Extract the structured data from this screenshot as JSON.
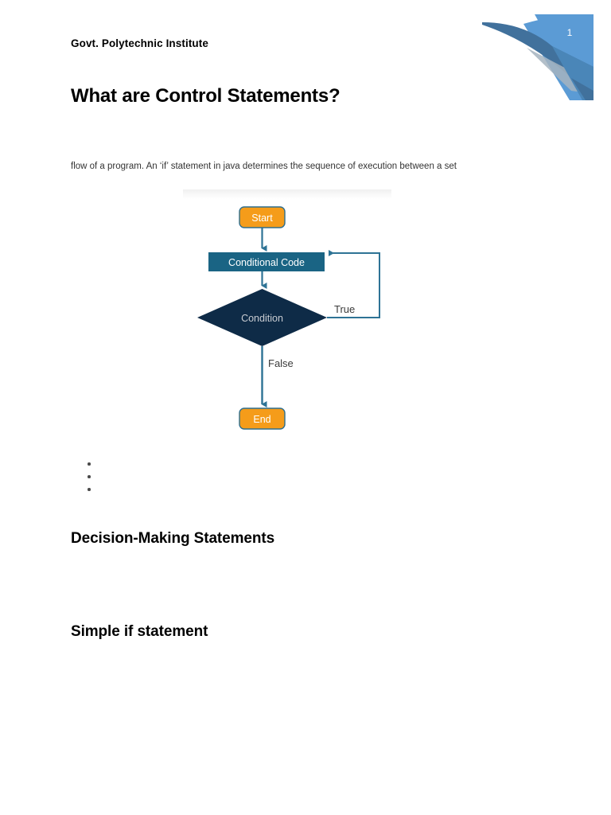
{
  "page": {
    "number": "1",
    "corner_colors": {
      "light_blue": "#5B9BD5",
      "mid_blue": "#41719C",
      "steel_blue": "#4A86B8",
      "grey_blue": "#A6B4BF"
    }
  },
  "header": {
    "institute": "Govt. Polytechnic Institute",
    "title": "What are Control Statements?"
  },
  "body": {
    "intro_paragraph": "flow of a program. An ‘if’ statement in java determines the sequence of execution between a set",
    "bullets": [
      "",
      "",
      ""
    ]
  },
  "figure": {
    "nodes": {
      "start": "Start",
      "conditional_code": "Conditional Code",
      "condition": "Condition",
      "end": "End"
    },
    "edge_labels": {
      "true": "True",
      "false": "False"
    },
    "colors": {
      "start_end_fill": "#F59C1A",
      "start_end_stroke": "#2E6E8E",
      "process_fill": "#1A6484",
      "decision_fill": "#0E2B47",
      "connector": "#2E7395"
    }
  },
  "headings": {
    "decision_making": "Decision-Making Statements",
    "simple_if": "Simple if statement"
  }
}
